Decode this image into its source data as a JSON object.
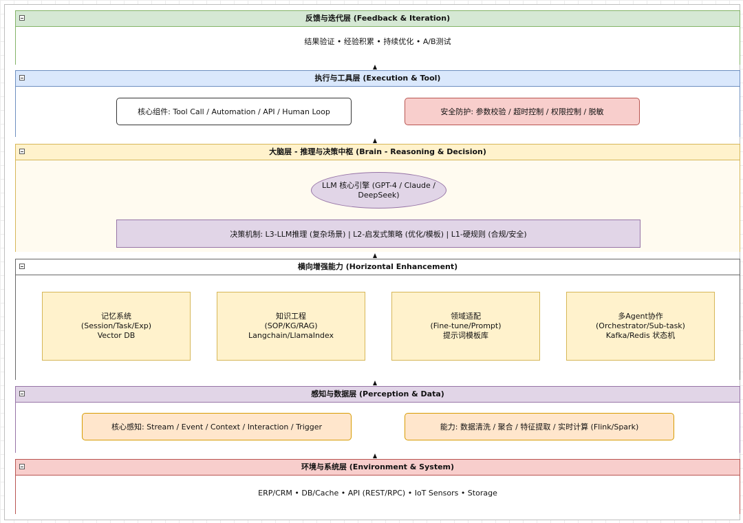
{
  "layers": {
    "feedback": {
      "title": "反馈与迭代层 (Feedback & Iteration)",
      "content": "结果验证 • 经验积累 • 持续优化 • A/B测试",
      "colors": {
        "header": "#d5e8d4",
        "border": "#82b366"
      }
    },
    "execution": {
      "title": "执行与工具层 (Execution & Tool)",
      "core_components": "核心组件: Tool Call / Automation / API / Human Loop",
      "security": "安全防护: 参数校验 / 超时控制 / 权限控制 / 脱敏",
      "colors": {
        "header": "#dae8fc",
        "border": "#6c8ebf",
        "security_fill": "#f8cecc",
        "security_border": "#b85450"
      }
    },
    "brain": {
      "title": "大脑层 - 推理与决策中枢 (Brain - Reasoning & Decision)",
      "llm_engine": [
        "LLM 核心引擎 (GPT-4 / Claude /",
        "DeepSeek)"
      ],
      "decision_mechanism": "决策机制: L3-LLM推理 (复杂场景) | L2-启发式策略 (优化/模板) | L1-硬规则 (合规/安全)",
      "colors": {
        "header": "#fff2cc",
        "border": "#d6b656",
        "purple_fill": "#e1d5e7",
        "purple_border": "#9673a6"
      }
    },
    "horizontal": {
      "title": "横向增强能力 (Horizontal Enhancement)",
      "modules": [
        {
          "lines": [
            "记忆系统",
            "(Session/Task/Exp)",
            "Vector DB"
          ]
        },
        {
          "lines": [
            "知识工程",
            "(SOP/KG/RAG)",
            "Langchain/LlamaIndex"
          ]
        },
        {
          "lines": [
            "领域适配",
            "(Fine-tune/Prompt)",
            "提示词模板库"
          ]
        },
        {
          "lines": [
            "多Agent协作",
            "(Orchestrator/Sub-task)",
            "Kafka/Redis 状态机"
          ]
        }
      ],
      "colors": {
        "header": "#ffffff",
        "border": "#666666",
        "module_fill": "#fff2cc",
        "module_border": "#d6b656"
      }
    },
    "perception": {
      "title": "感知与数据层 (Perception & Data)",
      "core_perception": "核心感知: Stream / Event / Context / Interaction / Trigger",
      "capability": "能力: 数据清洗 / 聚合 / 特征提取 / 实时计算 (Flink/Spark)",
      "colors": {
        "header": "#e1d5e7",
        "border": "#9673a6",
        "box_fill": "#ffe6cc",
        "box_border": "#d79b00"
      }
    },
    "environment": {
      "title": "环境与系统层 (Environment & System)",
      "content": "ERP/CRM • DB/Cache • API (REST/RPC) • IoT Sensors • Storage",
      "colors": {
        "header": "#f8cecc",
        "border": "#b85450"
      }
    }
  }
}
